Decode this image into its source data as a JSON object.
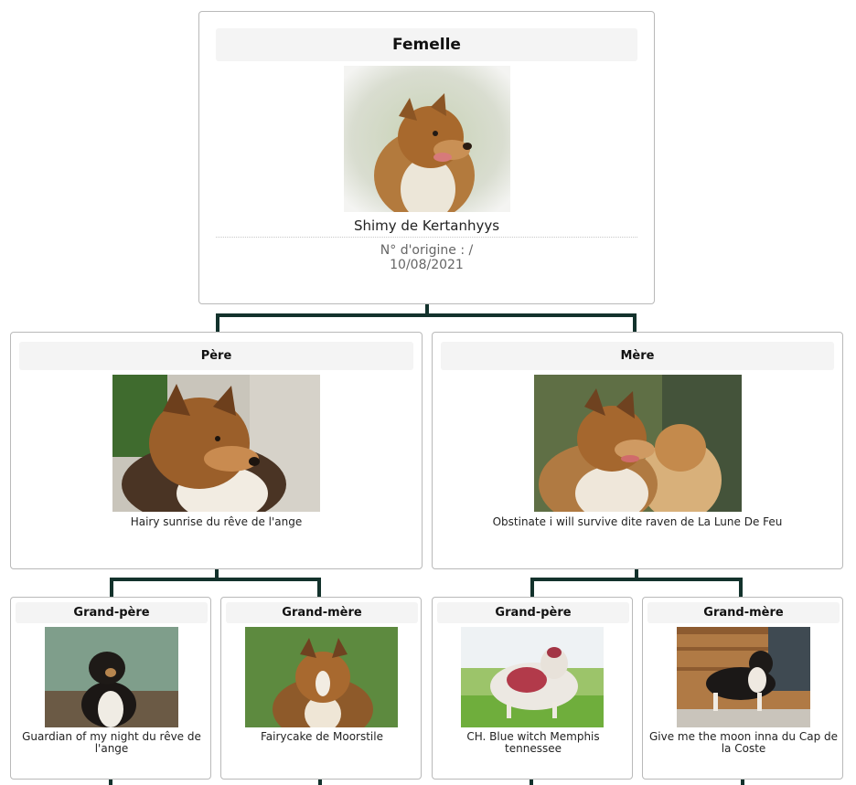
{
  "root": {
    "role_label": "Femelle",
    "name": "Shimy de Kertanhyys",
    "origin": "N° d'origine : /",
    "date": "10/08/2021"
  },
  "parents": [
    {
      "role_label": "Père",
      "name": "Hairy sunrise du rêve de l'ange"
    },
    {
      "role_label": "Mère",
      "name": "Obstinate i will survive dite raven de La Lune De Feu"
    }
  ],
  "grandparents": [
    {
      "role_label": "Grand-père",
      "name": "Guardian of my night du rêve de l'ange"
    },
    {
      "role_label": "Grand-mère",
      "name": "Fairycake de Moorstile"
    },
    {
      "role_label": "Grand-père",
      "name": "CH. Blue witch Memphis tennessee"
    },
    {
      "role_label": "Grand-mère",
      "name": "Give me the moon inna du Cap de la Coste"
    }
  ]
}
